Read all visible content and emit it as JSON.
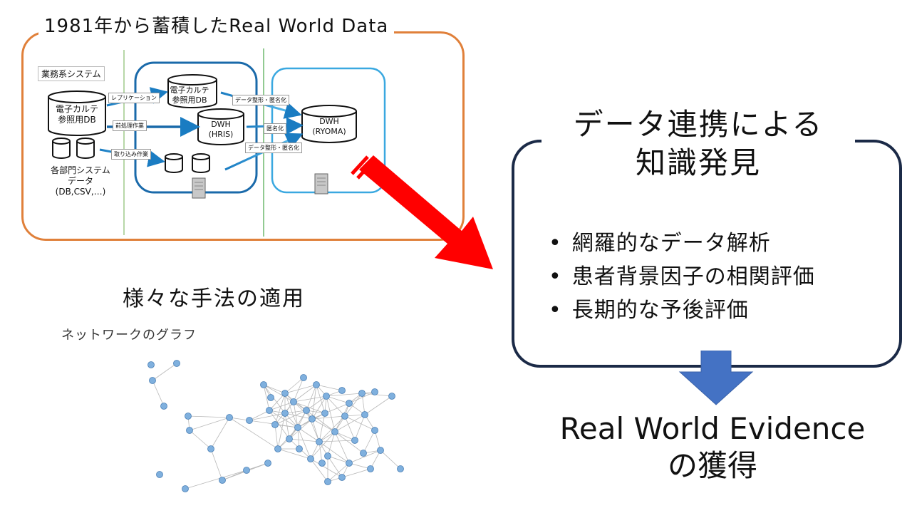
{
  "rwd": {
    "title": "1981年から蓄積したReal World Data",
    "system_label": "業務系システム",
    "sources": {
      "emr_db": [
        "電子カルテ",
        "参照用DB"
      ],
      "dept": [
        "各部門システム",
        "データ",
        "(DB,CSV,…)"
      ]
    },
    "middle": {
      "emr_ref": [
        "電子カルテ",
        "参照用DB"
      ],
      "dwh_hris": [
        "DWH",
        "(HRIS)"
      ]
    },
    "right": {
      "dwh_ryoma": [
        "DWH",
        "(RYOMA)"
      ]
    },
    "arrow_labels": {
      "replication": "レプリケーション",
      "preprocess": "前処理作業",
      "import": "取り込み作業",
      "format_anon_1": "データ整形・匿名化",
      "anon": "匿名化",
      "format_anon_2": "データ整形・匿名化"
    }
  },
  "knowledge": {
    "title_line1": "データ連携による",
    "title_line2": "知識発見",
    "bullets": [
      "網羅的なデータ解析",
      "患者背景因子の相関評価",
      "長期的な予後評価"
    ]
  },
  "evidence": {
    "line1": "Real World Evidence",
    "line2": "の獲得"
  },
  "methods": {
    "title": "様々な手法の適用",
    "network_label": "ネットワークのグラフ"
  },
  "colors": {
    "orange": "#e0803a",
    "navy": "#1b2a47",
    "red": "#ff0000",
    "blue_arrow": "#4472c4",
    "flow_blue": "#1a7cc2",
    "node": "#7fb0de"
  }
}
